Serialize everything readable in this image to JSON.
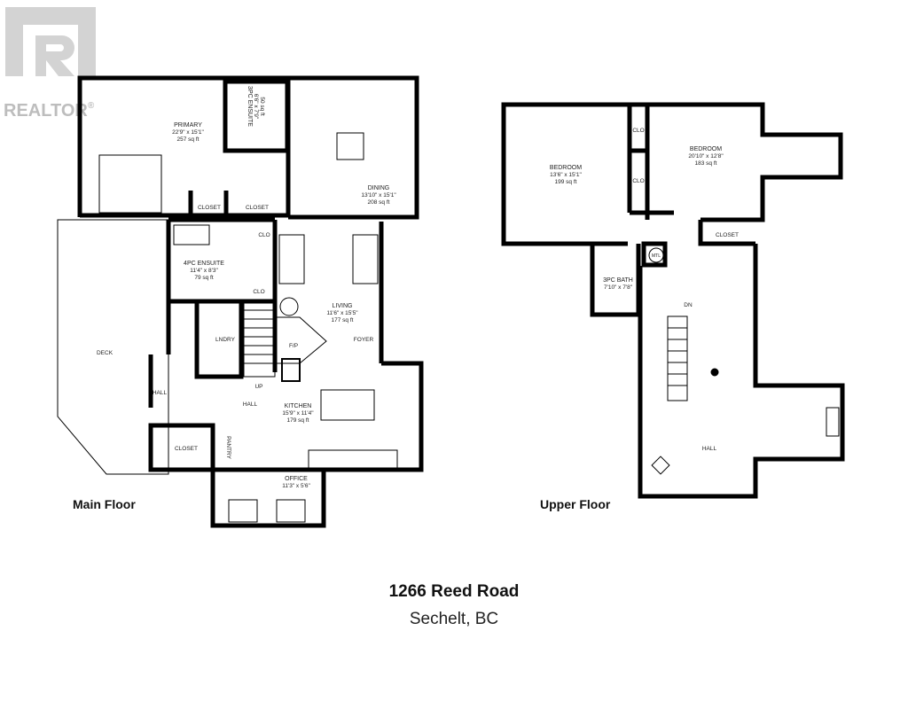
{
  "logo": {
    "text": "REALTOR",
    "mark": "®"
  },
  "main_floor": {
    "title": "Main Floor",
    "rooms": [
      {
        "name": "PRIMARY",
        "dims": "22'9\" x 15'1\"",
        "area": "257 sq ft"
      },
      {
        "name": "3PC ENSUITE",
        "dims": "6'6\" x 7'9\"",
        "area": "50 sq ft"
      },
      {
        "name": "DINING",
        "dims": "13'10\" x 15'1\"",
        "area": "208 sq ft"
      },
      {
        "name": "4PC ENSUITE",
        "dims": "11'4\" x 8'3\"",
        "area": "79 sq ft"
      },
      {
        "name": "LIVING",
        "dims": "11'6\" x 15'5\"",
        "area": "177 sq ft"
      },
      {
        "name": "KITCHEN",
        "dims": "15'9\" x 11'4\"",
        "area": "179 sq ft"
      },
      {
        "name": "OFFICE",
        "dims": "11'3\" x 5'6\"",
        "area": ""
      }
    ],
    "labels": [
      "CLOSET",
      "CLOSET",
      "CLO",
      "CLO",
      "LNDRY",
      "F/P",
      "FOYER",
      "DECK",
      "HALL",
      "HALL",
      "UP",
      "CLOSET",
      "PANTRY"
    ]
  },
  "upper_floor": {
    "title": "Upper Floor",
    "rooms": [
      {
        "name": "BEDROOM",
        "dims": "13'6\" x 15'1\"",
        "area": "199 sq ft"
      },
      {
        "name": "BEDROOM",
        "dims": "20'10\" x 12'8\"",
        "area": "183 sq ft"
      },
      {
        "name": "3PC BATH",
        "dims": "7'10\" x 7'8\"",
        "area": ""
      }
    ],
    "labels": [
      "CLO",
      "CLO",
      "CLOSET",
      "MTL",
      "DN",
      "HALL"
    ]
  },
  "address": {
    "street": "1266 Reed Road",
    "city": "Sechelt, BC"
  }
}
